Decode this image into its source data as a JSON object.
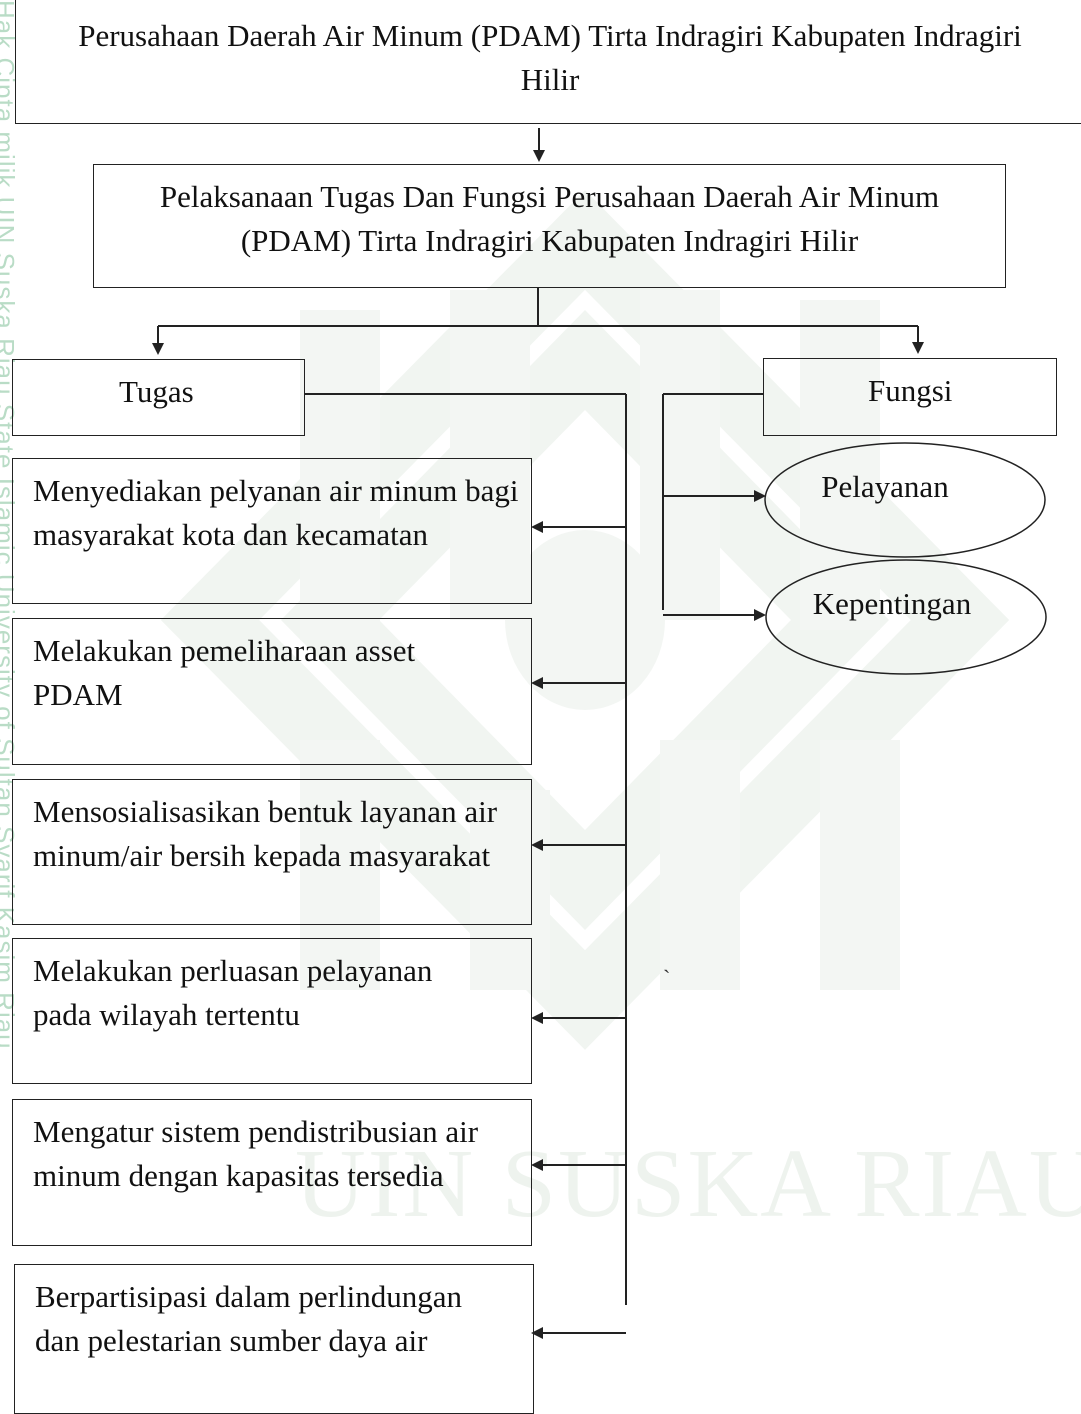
{
  "header": {
    "title": "Perusahaan Daerah Air Minum (PDAM) Tirta Indragiri Kabupaten Indragiri Hilir"
  },
  "process": {
    "title": "Pelaksanaan  Tugas Dan Fungsi Perusahaan Daerah Air Minum (PDAM) Tirta Indragiri Kabupaten Indragiri Hilir"
  },
  "tugas": {
    "label": "Tugas",
    "items": [
      "Menyediakan pelyanan air minum bagi masyarakat kota dan kecamatan",
      "Melakukan pemeliharaan asset PDAM",
      "Mensosialisasikan bentuk layanan air minum/air bersih kepada masyarakat",
      "Melakukan perluasan pelayanan pada wilayah tertentu",
      "Mengatur sistem pendistribusian air minum dengan kapasitas tersedia",
      "Berpartisipasi dalam perlindungan dan pelestarian sumber daya air"
    ]
  },
  "fungsi": {
    "label": "Fungsi",
    "items": [
      "Pelayanan",
      "Kepentingan"
    ]
  },
  "watermark": {
    "side_text": "Hak Cipta milik UIN Suska Riau      State Islamic University of Sultan Syarif Kasim Riau",
    "center_text": "UIN SUSKA RIAU"
  },
  "stray_mark": "`",
  "colors": {
    "line": "#222222",
    "watermark": "#dfe9df",
    "side_watermark": "#b9dcc6"
  }
}
